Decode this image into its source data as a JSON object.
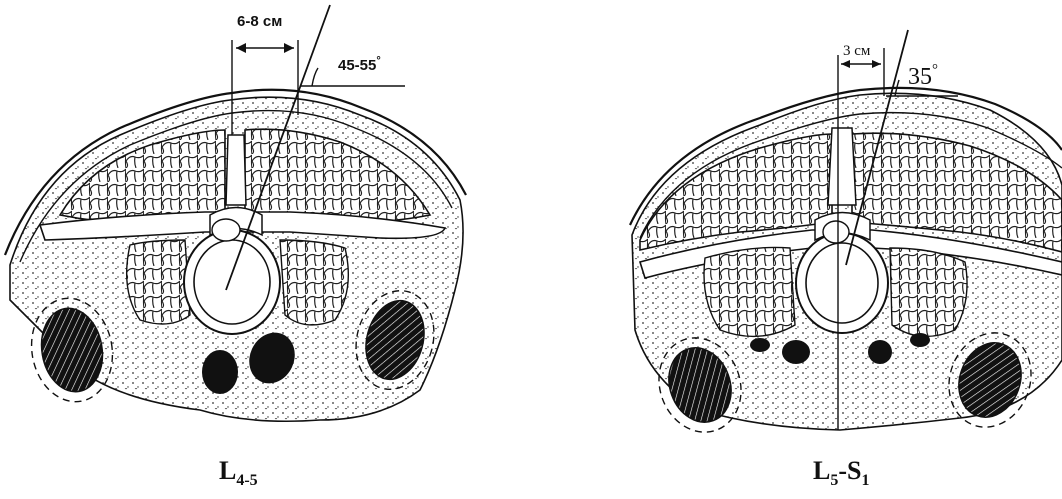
{
  "figures": [
    {
      "id": "left",
      "distance_label": "6-8 см",
      "angle_label": "45-55",
      "angle_unit": "°",
      "caption_main": "L",
      "caption_sub": "4-5"
    },
    {
      "id": "right",
      "distance_label": "3 см",
      "angle_label": "35",
      "angle_unit": "°",
      "caption_main_1": "L",
      "caption_sub_1": "5",
      "caption_sep": "-",
      "caption_main_2": "S",
      "caption_sub_2": "1"
    }
  ],
  "colors": {
    "ink": "#111111",
    "paper": "#ffffff",
    "tissue": "#f2f2f2"
  }
}
